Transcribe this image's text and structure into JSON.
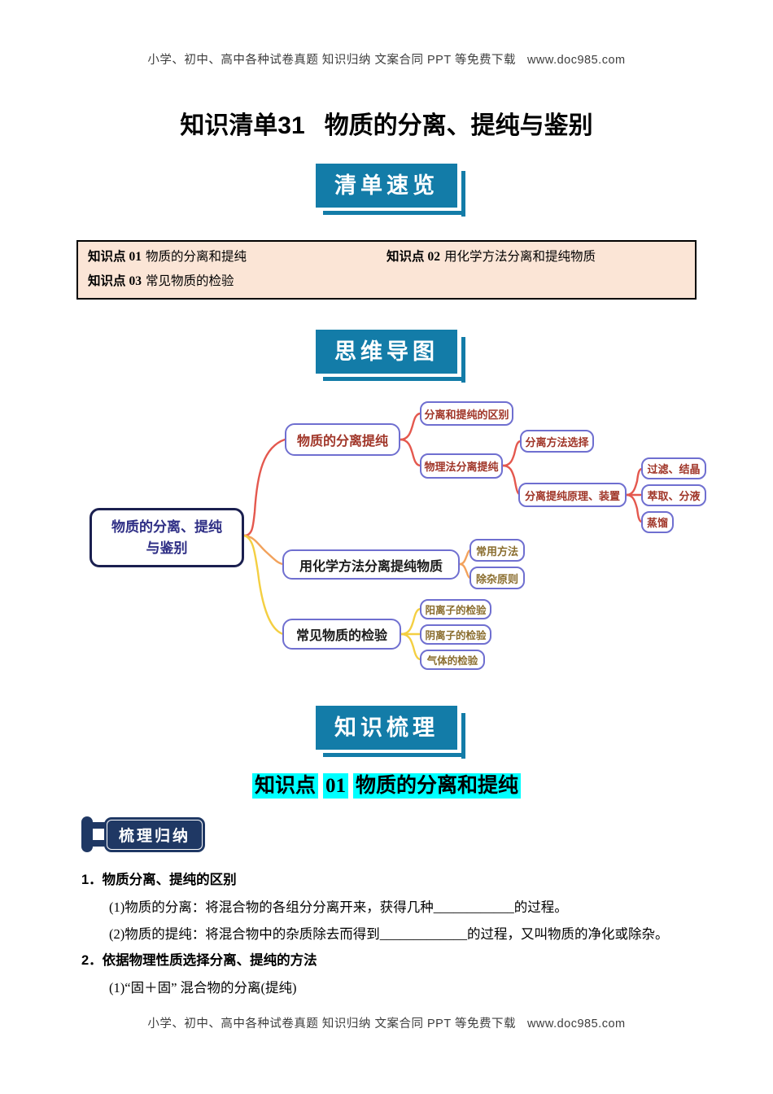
{
  "theme": {
    "banner_bg": "#137ca8",
    "banner_text": "#ffffff",
    "box_bg": "#fbe5d6",
    "badge_bg": "#1f3864",
    "highlight": "#00ffff"
  },
  "watermark": {
    "text": "小学、初中、高中各种试卷真题 知识归纳 文案合同 PPT 等免费下载",
    "url": "www.doc985.com"
  },
  "title": {
    "prefix": "知识清单31",
    "main": "物质的分离、提纯与鉴别"
  },
  "banners": {
    "overview": "清单速览",
    "mindmap": "思维导图",
    "knowledge": "知识梳理"
  },
  "summary_box": {
    "items": [
      {
        "label": "知识点",
        "num": "01",
        "text": "物质的分离和提纯"
      },
      {
        "label": "知识点",
        "num": "02",
        "text": "用化学方法分离和提纯物质"
      },
      {
        "label": "知识点",
        "num": "03",
        "text": "常见物质的检验"
      }
    ]
  },
  "mindmap": {
    "root_line1": "物质的分离、提纯",
    "root_line2": "与鉴别",
    "nodes": {
      "b1": "物质的分离提纯",
      "b1c1": "分离和提纯的区别",
      "b1c2": "物理法分离提纯",
      "b1c2a": "分离方法选择",
      "b1c2b": "分离提纯原理、装置",
      "b1leaf1": "过滤、结晶",
      "b1leaf2": "萃取、分液",
      "b1leaf3": "蒸馏",
      "b2": "用化学方法分离提纯物质",
      "b2c1": "常用方法",
      "b2c2": "除杂原则",
      "b3": "常见物质的检验",
      "b3c1": "阳离子的检验",
      "b3c2": "阴离子的检验",
      "b3c3": "气体的检验"
    },
    "colors": {
      "branch1_line": "#e4584e",
      "branch2_line": "#f2a25c",
      "branch3_line": "#f4cf42",
      "node_border": "#6f6fd0",
      "root_border": "#1b2050",
      "root_text": "#2e2e85",
      "branch1_text": "#a03528",
      "branch23_child_text": "#8a6d2e"
    }
  },
  "section": {
    "kp_label": "知识点",
    "kp_num": "01",
    "kp_title": "物质的分离和提纯"
  },
  "badge": {
    "label": "梳理归纳"
  },
  "content": {
    "item1": {
      "heading": "1．物质分离、提纯的区别",
      "sub1": "(1)物质的分离：将混合物的各组分分离开来，获得几种____________的过程。",
      "sub2": "(2)物质的提纯：将混合物中的杂质除去而得到_____________的过程，又叫物质的净化或除杂。"
    },
    "item2": {
      "heading": "2．依据物理性质选择分离、提纯的方法",
      "sub1": "(1)“固＋固” 混合物的分离(提纯)"
    }
  }
}
